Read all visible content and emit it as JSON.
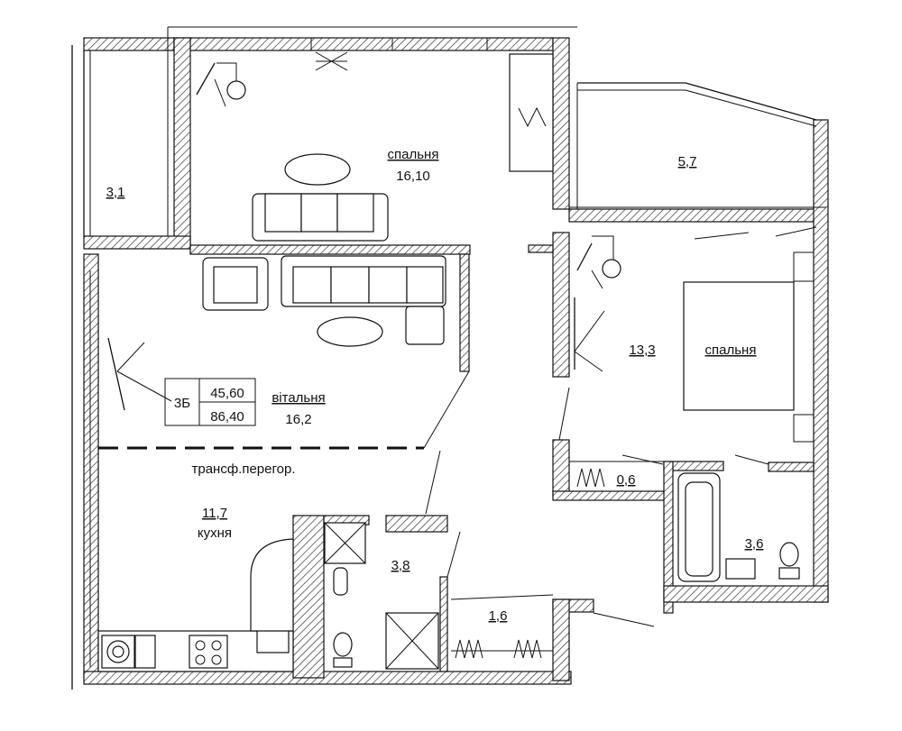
{
  "rooms": {
    "balcony_left": {
      "area": "3,1"
    },
    "bedroom_top": {
      "name": "спальня",
      "area": "16,10"
    },
    "balcony_right": {
      "area": "5,7"
    },
    "bedroom_right": {
      "name": "спальня",
      "area": "13,3"
    },
    "living": {
      "name": "вітальня",
      "area": "16,2"
    },
    "kitchen": {
      "name": "кухня",
      "area": "11,7"
    },
    "bathroom_center": {
      "area": "3,8"
    },
    "closet_small": {
      "area": "0,6"
    },
    "bathroom_right": {
      "area": "3,6"
    },
    "wardrobe": {
      "area": "1,6"
    }
  },
  "apartment_box": {
    "type": "3Б",
    "area_living": "45,60",
    "area_total": "86,40"
  },
  "partition_note": "трансф.перегор."
}
